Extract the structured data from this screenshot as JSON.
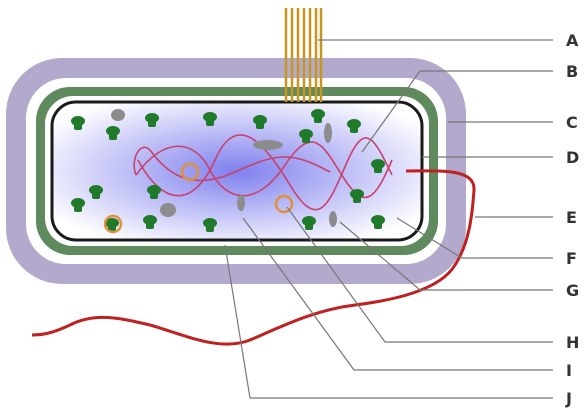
{
  "labels": {
    "A": "A",
    "B": "B",
    "C": "C",
    "D": "D",
    "E": "E",
    "F": "F",
    "G": "G",
    "H": "H",
    "I": "I",
    "J": "J"
  },
  "colors": {
    "capsule": "#b2a9cc",
    "cell_wall": "#5e8a5e",
    "membrane": "#1a1a1a",
    "cytoplasm_center": "#7f80ee",
    "cytoplasm_edge": "#ffffff",
    "ribosome": "#1f7a2a",
    "inclusion": "#8c8c8c",
    "plasmid": "#e0903a",
    "nucleoid": "#c7426e",
    "flagellum": "#bf2020",
    "pili": "#c8961e",
    "leader": "#777777"
  },
  "icons": {
    "ribosome": "ribosome-icon",
    "plasmid": "plasmid-icon",
    "inclusion": "storage-granule-icon"
  }
}
